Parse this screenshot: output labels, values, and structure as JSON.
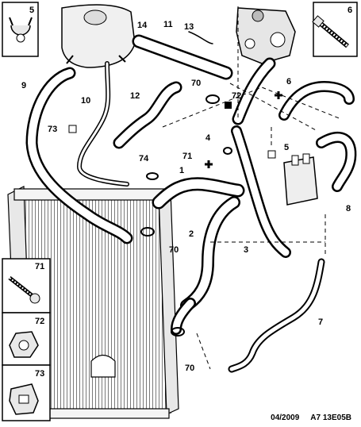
{
  "callouts": [
    "14",
    "11",
    "13",
    "72",
    "6",
    "9",
    "70",
    "12",
    "10",
    "73",
    "4",
    "5",
    "71",
    "74",
    "1",
    "8",
    "2",
    "3",
    "70",
    "7",
    "70"
  ],
  "insets": [
    "5",
    "6",
    "71",
    "72",
    "73"
  ],
  "footer": {
    "date": "04/2009",
    "ref": "A7 13E05B"
  }
}
